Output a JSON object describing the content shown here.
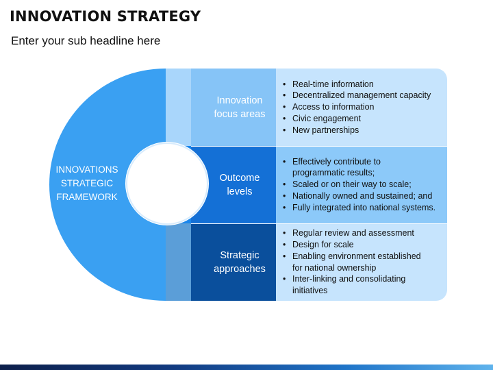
{
  "header": {
    "title": "INNOVATION STRATEGY",
    "subtitle": "Enter your sub headline here"
  },
  "framework": {
    "label": "INNOVATIONS STRATEGIC FRAMEWORK"
  },
  "sections": [
    {
      "label": "Innovation focus areas",
      "items": [
        "Real-time information",
        "Decentralized management capacity",
        "Access to information",
        "Civic engagement",
        "New partnerships"
      ]
    },
    {
      "label": "Outcome levels",
      "items": [
        "Effectively contribute to",
        "programmatic results;",
        "Scaled or on their way to scale;",
        "Nationally owned and sustained; and",
        "Fully integrated into national systems."
      ]
    },
    {
      "label": "Strategic approaches",
      "items": [
        "Regular review and assessment",
        "Design for scale",
        "Enabling environment established",
        "for national ownership",
        "Inter-linking and consolidating",
        "initiatives"
      ]
    }
  ],
  "colors": {
    "half_circle": "#3aa0f2",
    "level_1": "#86c4f7",
    "level_2": "#1470d6",
    "level_3": "#0a4f9c",
    "panel_light": "#c6e4fd",
    "panel_mid": "#8cc9f9"
  }
}
